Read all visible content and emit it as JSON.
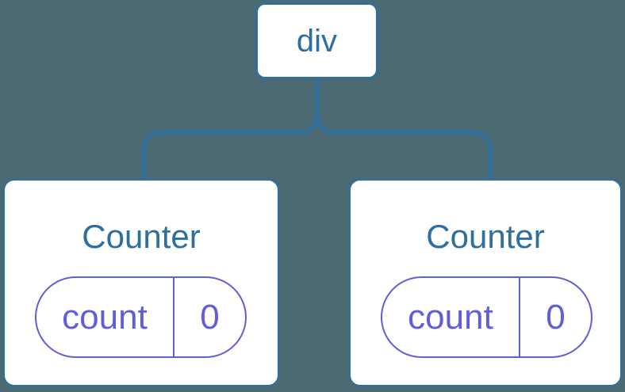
{
  "colors": {
    "background": "#4C6A74",
    "blue": "#2D6F9F",
    "purple": "#615ED9",
    "card_bg": "#ffffff"
  },
  "tree": {
    "root": {
      "label": "div"
    },
    "children": [
      {
        "title": "Counter",
        "state": {
          "key": "count",
          "value": "0"
        }
      },
      {
        "title": "Counter",
        "state": {
          "key": "count",
          "value": "0"
        }
      }
    ]
  }
}
